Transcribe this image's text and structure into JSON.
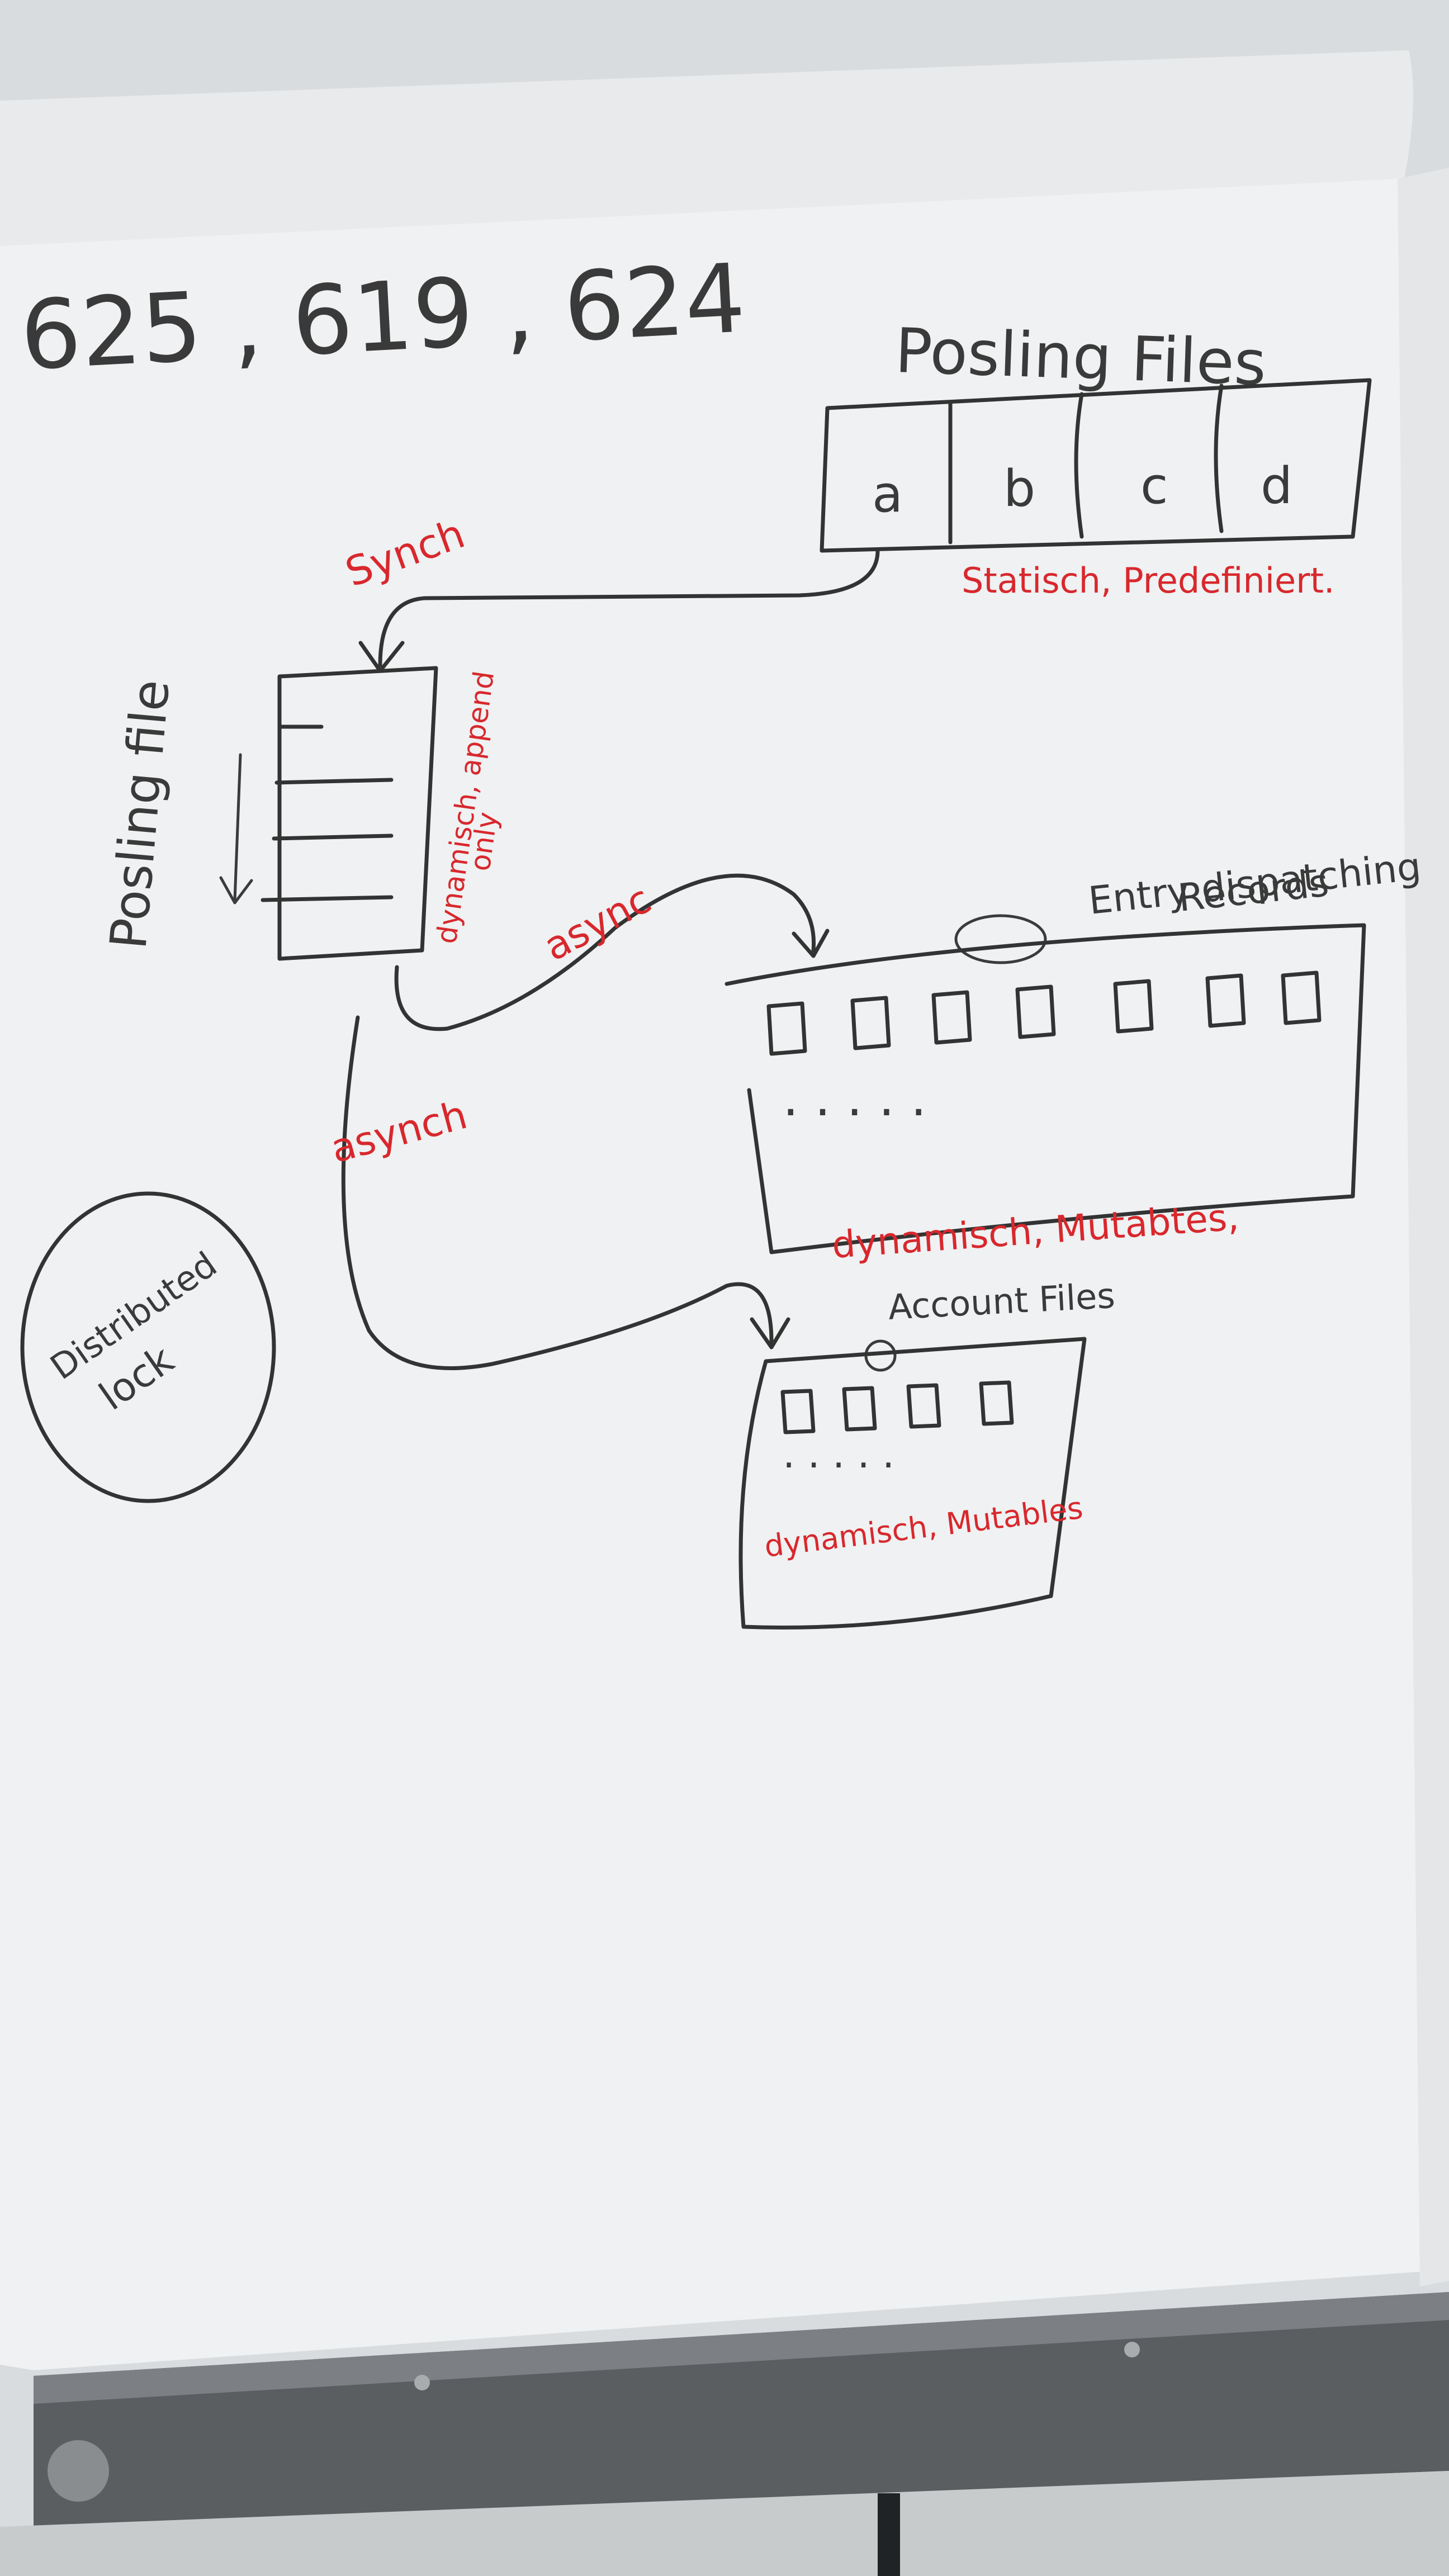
{
  "numbers_header": "625 , 619 , 624",
  "posting_files": {
    "title": "Posling Files",
    "cells": [
      "a",
      "b",
      "c",
      "d"
    ],
    "note": "Statisch, Predefiniert."
  },
  "posting_file": {
    "label": "Posling file",
    "note_line1": "dynamisch, append",
    "note_line2": "only"
  },
  "entry_records": {
    "title_line1": "Entry dispatching",
    "title_line2": "Records",
    "dots": ". . . . .",
    "note": "dynamisch, Mutabtes,"
  },
  "account_files": {
    "title": "Account Files",
    "dots": ". . . . .",
    "note": "dynamisch, Mutables"
  },
  "distributed_lock": {
    "line1": "Distributed",
    "line2": "lock"
  },
  "arrows": {
    "sync_label": "Synch",
    "async_label_1": "async",
    "async_label_2": "asynch"
  },
  "colors": {
    "ink_dark": "#333333",
    "ink_red": "#d8282d",
    "paper": "#eff1f2",
    "wall": "#d9dcde",
    "rail": "#5a5e61"
  }
}
